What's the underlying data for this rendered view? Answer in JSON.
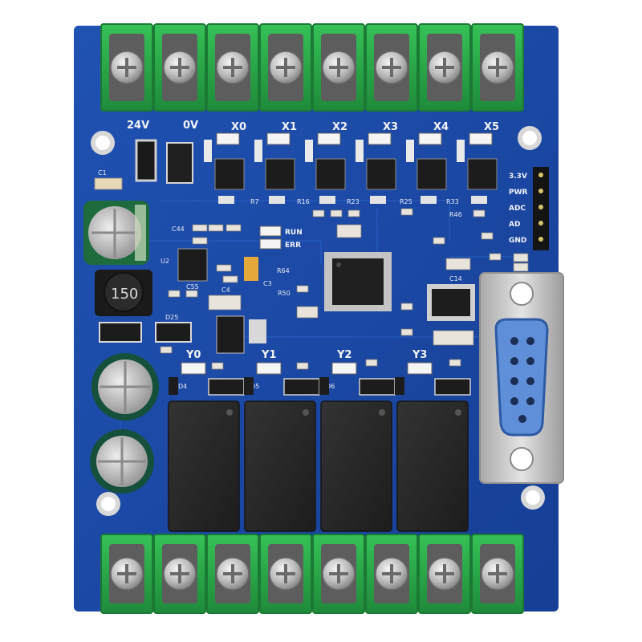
{
  "colors": {
    "board": "#1b48a3",
    "board_dark": "#123680",
    "terminal": "#2fae4e",
    "terminal_dark": "#1f8a3a",
    "relay": "#2a2a2a",
    "metal": "#c9c9c9",
    "db9_insert": "#4f86d4",
    "silkscreen": "#f2f4f8"
  },
  "labels": {
    "power_24v": "24V",
    "power_0v": "0V",
    "inputs": [
      "X0",
      "X1",
      "X2",
      "X3",
      "X4",
      "X5"
    ],
    "outputs": [
      "Y0",
      "Y1",
      "Y2",
      "Y3"
    ],
    "run": "RUN",
    "err": "ERR",
    "header_pins": [
      "3.3V",
      "PWR",
      "ADC",
      "AD",
      "GND"
    ],
    "inductor": "150",
    "small_marks": [
      "C1",
      "R7",
      "R16",
      "R23",
      "R25",
      "R33",
      "R46",
      "C44",
      "C3",
      "C55",
      "R50",
      "U2",
      "C4",
      "D25",
      "D4",
      "D5",
      "D6",
      "C14",
      "R64"
    ]
  },
  "icons": {
    "screw": "screw-head-icon",
    "mount_hole": "mounting-hole-icon"
  }
}
